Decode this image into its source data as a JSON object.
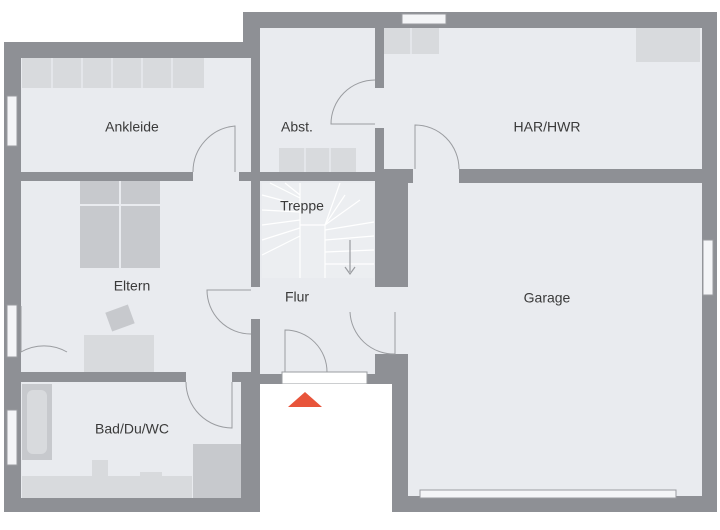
{
  "colors": {
    "wall": "#8e9095",
    "floor": "#e9ebef",
    "furniture": "#c7c9cd",
    "furniture_light": "#d8dadd",
    "door_line": "#9a9ca0",
    "entrance_marker": "#e8543a"
  },
  "rooms": {
    "ankleide": "Ankleide",
    "abst": "Abst.",
    "har_hwr": "HAR/HWR",
    "treppe": "Treppe",
    "eltern": "Eltern",
    "flur": "Flur",
    "garage": "Garage",
    "bad": "Bad/Du/WC"
  },
  "icons": {
    "entrance": "entrance-triangle-icon"
  }
}
